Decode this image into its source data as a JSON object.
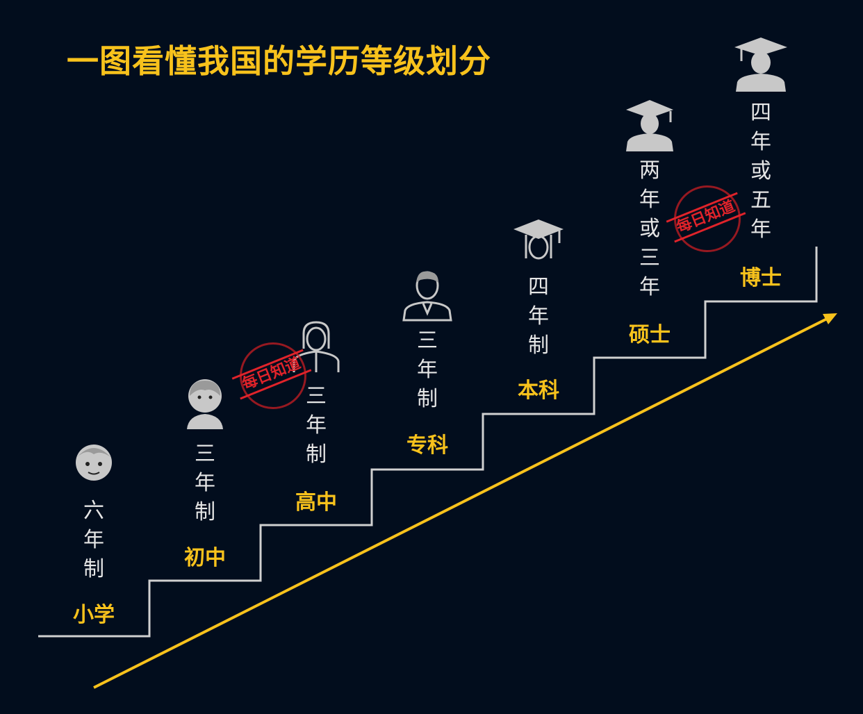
{
  "title": "一图看懂我国的学历等级划分",
  "stamp_text": "每日知道",
  "colors": {
    "accent": "#f8c21c",
    "stairs": "#d0d0d0",
    "background": "#020d1d",
    "stamp": "#e0232a"
  },
  "levels": [
    {
      "name": "小学",
      "duration": [
        "六",
        "年",
        "制"
      ],
      "icon": "child-icon"
    },
    {
      "name": "初中",
      "duration": [
        "三",
        "年",
        "制"
      ],
      "icon": "teen-icon"
    },
    {
      "name": "高中",
      "duration": [
        "三",
        "年",
        "制"
      ],
      "icon": "student-girl-icon"
    },
    {
      "name": "专科",
      "duration": [
        "三",
        "年",
        "制"
      ],
      "icon": "man-suit-icon"
    },
    {
      "name": "本科",
      "duration": [
        "四",
        "年",
        "制"
      ],
      "icon": "graduate-woman-icon"
    },
    {
      "name": "硕士",
      "duration": [
        "两",
        "年",
        "或",
        "三",
        "年"
      ],
      "icon": "graduate-icon"
    },
    {
      "name": "博士",
      "duration": [
        "四",
        "年",
        "或",
        "五",
        "年"
      ],
      "icon": "doctor-graduate-icon"
    }
  ]
}
